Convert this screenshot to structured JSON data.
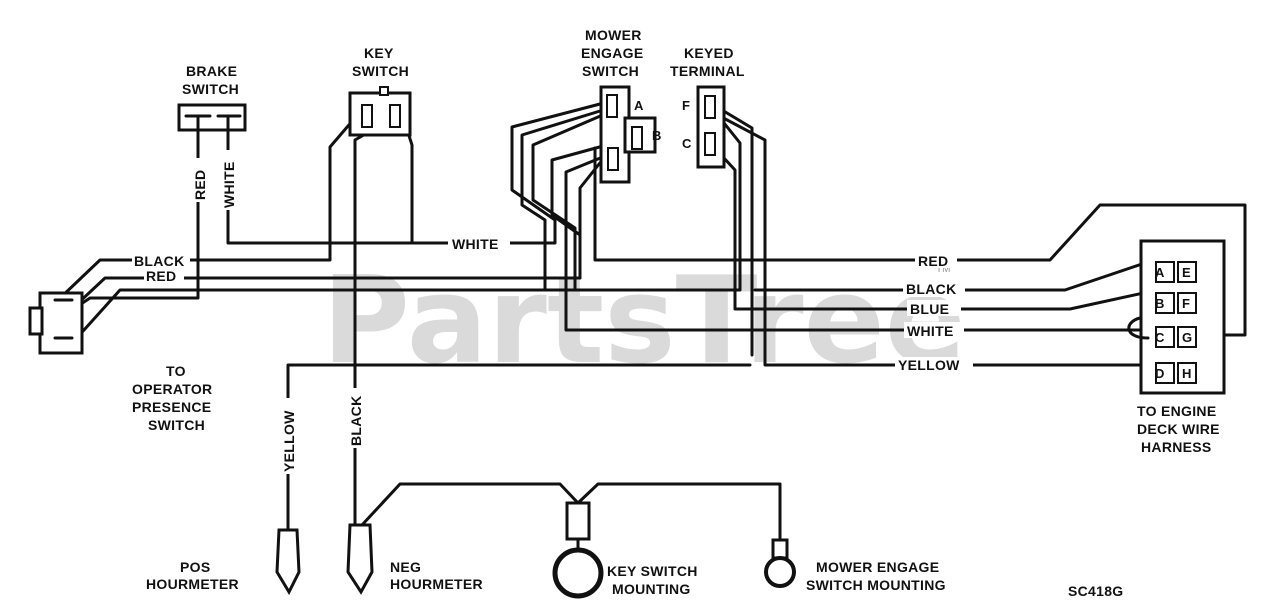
{
  "watermark": "PartsTree",
  "trademark": "TM",
  "drawing_code": "SC418G",
  "components": {
    "brake_switch": [
      "BRAKE",
      "SWITCH"
    ],
    "key_switch": [
      "KEY",
      "SWITCH"
    ],
    "mower_engage_switch": [
      "MOWER",
      "ENGAGE",
      "SWITCH"
    ],
    "keyed_terminal": [
      "KEYED",
      "TERMINAL"
    ],
    "operator_presence": [
      "TO",
      "OPERATOR",
      "PRESENCE",
      "SWITCH"
    ],
    "engine_deck": [
      "TO ENGINE",
      "DECK WIRE",
      "HARNESS"
    ],
    "pos_hourmeter": [
      "POS",
      "HOURMETER"
    ],
    "neg_hourmeter": [
      "NEG",
      "HOURMETER"
    ],
    "key_switch_mounting": [
      "KEY SWITCH",
      "MOUNTING"
    ],
    "mower_engage_mounting": [
      "MOWER ENGAGE",
      "SWITCH MOUNTING"
    ]
  },
  "pins": {
    "mower_a": "A",
    "mower_b": "B",
    "keyed_f": "F",
    "keyed_c": "C",
    "harness": [
      "A",
      "E",
      "B",
      "F",
      "C",
      "G",
      "D",
      "H"
    ]
  },
  "wire_labels": {
    "red_vertical": "RED",
    "white_vertical": "WHITE",
    "white_mid": "WHITE",
    "black_left": "BLACK",
    "red_left": "RED",
    "red_right": "RED",
    "black_right": "BLACK",
    "blue_right": "BLUE",
    "white_right": "WHITE",
    "yellow_right": "YELLOW",
    "yellow_vertical": "YELLOW",
    "black_vertical": "BLACK"
  }
}
